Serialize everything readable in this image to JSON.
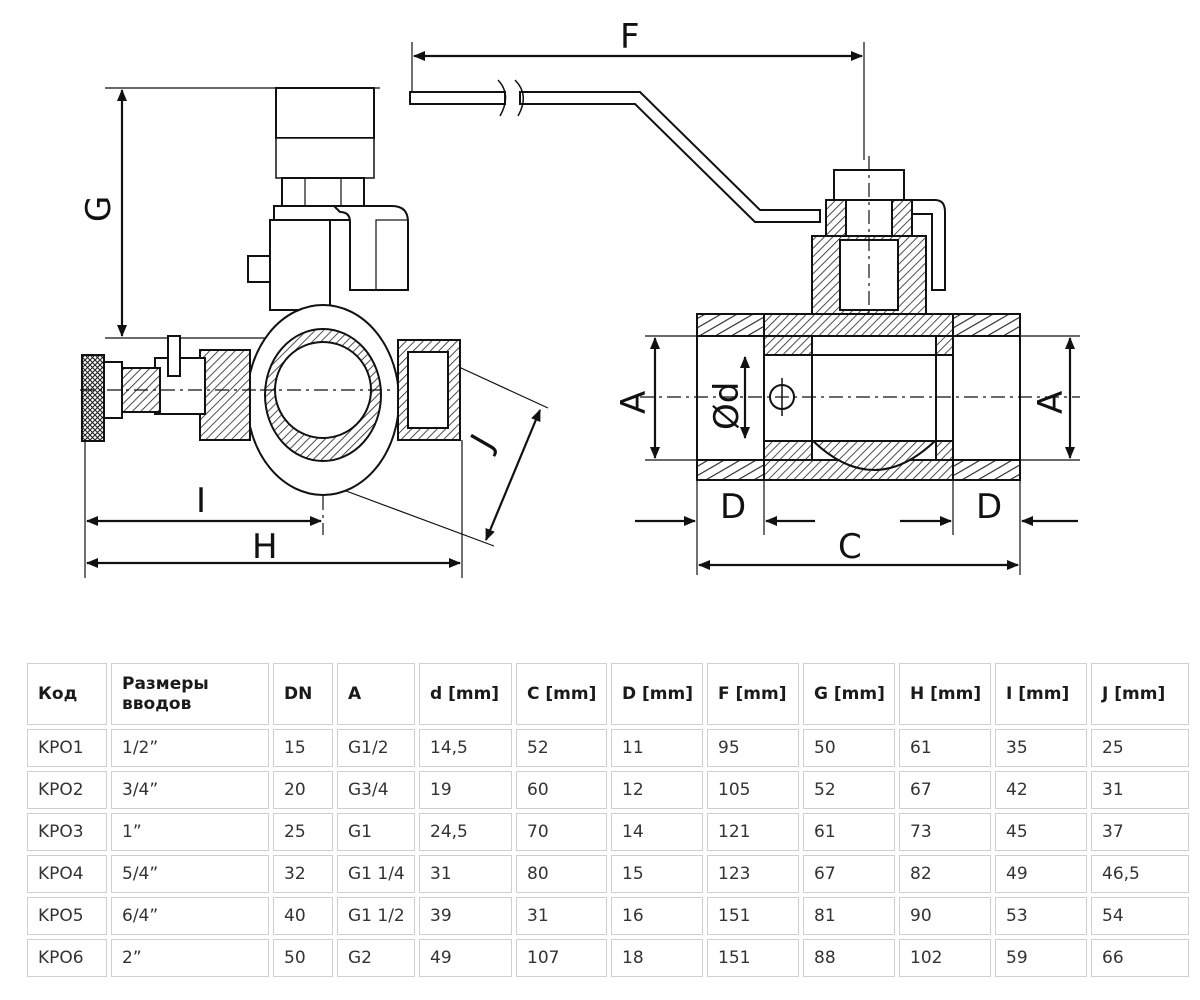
{
  "drawing": {
    "labels": {
      "F": "F",
      "G": "G",
      "A_left": "A",
      "A_right": "A",
      "d": "Ød",
      "J": "J",
      "I": "I",
      "H": "H",
      "D_left": "D",
      "D_right": "D",
      "C": "C"
    }
  },
  "table": {
    "headers": [
      "Код",
      "Размеры вводов",
      "DN",
      "A",
      "d [mm]",
      "C [mm]",
      "D [mm]",
      "F [mm]",
      "G [mm]",
      "H [mm]",
      "I [mm]",
      "J [mm]"
    ],
    "rows": [
      [
        "KPO1",
        "1/2”",
        "15",
        "G1/2",
        "14,5",
        "52",
        "11",
        "95",
        "50",
        "61",
        "35",
        "25"
      ],
      [
        "KPO2",
        "3/4”",
        "20",
        "G3/4",
        "19",
        "60",
        "12",
        "105",
        "52",
        "67",
        "42",
        "31"
      ],
      [
        "KPO3",
        "1”",
        "25",
        "G1",
        "24,5",
        "70",
        "14",
        "121",
        "61",
        "73",
        "45",
        "37"
      ],
      [
        "KPO4",
        "5/4”",
        "32",
        "G1 1/4",
        "31",
        "80",
        "15",
        "123",
        "67",
        "82",
        "49",
        "46,5"
      ],
      [
        "KPO5",
        "6/4”",
        "40",
        "G1 1/2",
        "39",
        "31",
        "16",
        "151",
        "81",
        "90",
        "53",
        "54"
      ],
      [
        "KPO6",
        "2”",
        "50",
        "G2",
        "49",
        "107",
        "18",
        "151",
        "88",
        "102",
        "59",
        "66"
      ]
    ]
  }
}
